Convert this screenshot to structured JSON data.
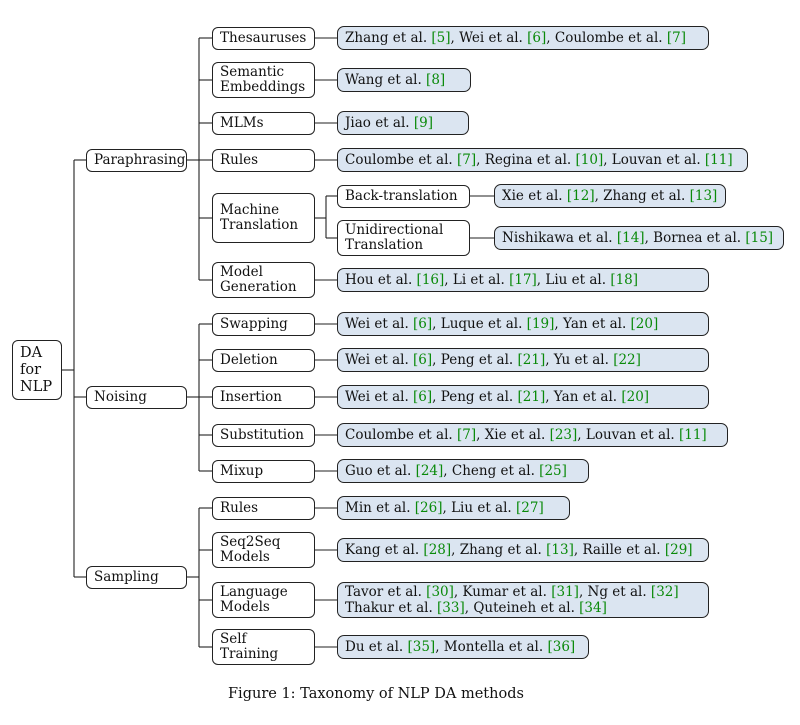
{
  "root": {
    "line1": "DA",
    "line2": "for",
    "line3": "NLP"
  },
  "branches": [
    {
      "label": "Paraphrasing",
      "methods": [
        {
          "label": [
            "Thesauruses"
          ],
          "cites": [
            [
              [
                "Zhang et al. ",
                "[5]"
              ],
              [
                ", Wei et al. ",
                "[6]"
              ],
              [
                ", Coulombe et al. ",
                "[7]"
              ]
            ]
          ]
        },
        {
          "label": [
            "Semantic",
            "Embeddings"
          ],
          "cites": [
            [
              [
                "Wang et al. ",
                "[8]"
              ]
            ]
          ]
        },
        {
          "label": [
            "MLMs"
          ],
          "cites": [
            [
              [
                "Jiao et al. ",
                "[9]"
              ]
            ]
          ]
        },
        {
          "label": [
            "Rules"
          ],
          "cites": [
            [
              [
                "Coulombe et al. ",
                "[7]"
              ],
              [
                ", Regina et al. ",
                "[10]"
              ],
              [
                ", Louvan et al. ",
                "[11]"
              ]
            ]
          ]
        },
        {
          "label": [
            "Machine",
            "Translation"
          ],
          "sub": [
            {
              "label": [
                "Back-translation"
              ],
              "cites": [
                [
                  [
                    "Xie et al. ",
                    "[12]"
                  ],
                  [
                    ", Zhang et al. ",
                    "[13]"
                  ]
                ]
              ]
            },
            {
              "label": [
                "Unidirectional",
                "Translation"
              ],
              "cites": [
                [
                  [
                    "Nishikawa et al. ",
                    "[14]"
                  ],
                  [
                    ", Bornea et al. ",
                    "[15]"
                  ]
                ]
              ]
            }
          ]
        },
        {
          "label": [
            "Model",
            "Generation"
          ],
          "cites": [
            [
              [
                "Hou et al. ",
                "[16]"
              ],
              [
                ", Li et al. ",
                "[17]"
              ],
              [
                ", Liu et al. ",
                "[18]"
              ]
            ]
          ]
        }
      ]
    },
    {
      "label": "Noising",
      "methods": [
        {
          "label": [
            "Swapping"
          ],
          "cites": [
            [
              [
                "Wei et al. ",
                "[6]"
              ],
              [
                ", Luque et al. ",
                "[19]"
              ],
              [
                ", Yan et al. ",
                "[20]"
              ]
            ]
          ]
        },
        {
          "label": [
            "Deletion"
          ],
          "cites": [
            [
              [
                "Wei et al. ",
                "[6]"
              ],
              [
                ", Peng et al. ",
                "[21]"
              ],
              [
                ", Yu et al. ",
                "[22]"
              ]
            ]
          ]
        },
        {
          "label": [
            "Insertion"
          ],
          "cites": [
            [
              [
                "Wei et al. ",
                "[6]"
              ],
              [
                ", Peng et al. ",
                "[21]"
              ],
              [
                ", Yan et al. ",
                "[20]"
              ]
            ]
          ]
        },
        {
          "label": [
            "Substitution"
          ],
          "cites": [
            [
              [
                "Coulombe et al. ",
                "[7]"
              ],
              [
                ", Xie et al. ",
                "[23]"
              ],
              [
                ", Louvan et al. ",
                "[11]"
              ]
            ]
          ]
        },
        {
          "label": [
            "Mixup"
          ],
          "cites": [
            [
              [
                "Guo et al. ",
                "[24]"
              ],
              [
                ", Cheng et al. ",
                "[25]"
              ]
            ]
          ]
        }
      ]
    },
    {
      "label": "Sampling",
      "methods": [
        {
          "label": [
            "Rules"
          ],
          "cites": [
            [
              [
                "Min et al. ",
                "[26]"
              ],
              [
                ", Liu et al. ",
                "[27]"
              ]
            ]
          ]
        },
        {
          "label": [
            "Seq2Seq",
            "Models"
          ],
          "cites": [
            [
              [
                "Kang et al. ",
                "[28]"
              ],
              [
                ", Zhang et al. ",
                "[13]"
              ],
              [
                ", Raille et al.  ",
                "[29]"
              ]
            ]
          ]
        },
        {
          "label": [
            "Language",
            "Models"
          ],
          "cites": [
            [
              [
                "Tavor et al. ",
                "[30]"
              ],
              [
                ", Kumar et al. ",
                "[31]"
              ],
              [
                ", Ng et al. ",
                "[32]"
              ]
            ],
            [
              [
                "Thakur et al. ",
                "[33]"
              ],
              [
                ", Quteineh et al. ",
                "[34]"
              ]
            ]
          ]
        },
        {
          "label": [
            "Self",
            "Training"
          ],
          "cites": [
            [
              [
                "Du et al. ",
                "[35]"
              ],
              [
                ", Montella et al. ",
                "[36]"
              ]
            ]
          ]
        }
      ]
    }
  ],
  "caption": "Figure 1: Taxonomy of NLP DA methods",
  "colors": {
    "citation_fill": "#dbe5f1",
    "reference_text": "#0a8a0a",
    "border": "#222222"
  }
}
